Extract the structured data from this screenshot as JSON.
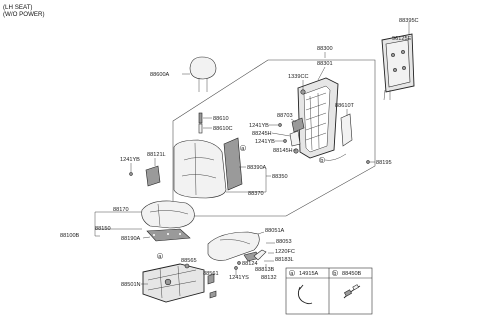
{
  "header": {
    "line1": "(LH SEAT)",
    "line2": "(W/O POWER)"
  },
  "labels": {
    "p88395C": "88395C",
    "p96125E": "96125E",
    "p88300": "88300",
    "p88301": "88301",
    "p1339CC": "1339CC",
    "p88600A": "88600A",
    "p88610T": "88610T",
    "p88610": "88610",
    "p88610C": "88610C",
    "p88703": "88703",
    "p1241YB_a": "1241YB",
    "p88245H": "88245H",
    "p1241YB_b": "1241YB",
    "p88145H": "88145H",
    "p1241YB_c": "1241YB",
    "p88121L": "88121L",
    "p88390A": "88390A",
    "p88350": "88350",
    "p88195": "88195",
    "p88370": "88370",
    "p88170": "88170",
    "p88150": "88150",
    "p88100B": "88100B",
    "p88190A": "88190A",
    "p88051A": "88051A",
    "p88053": "88053",
    "p1220FC": "1220FC",
    "p88183L": "88183L",
    "p88124": "88124",
    "p88813B": "88813B",
    "p88132": "88132",
    "p88565": "88565",
    "p88561": "88561",
    "p1241YS": "1241YS",
    "p88501N": "88501N"
  },
  "callouts": {
    "a": "a",
    "b": "b"
  },
  "legend": {
    "a_letter": "a",
    "a_part": "14915A",
    "b_letter": "b",
    "b_part": "88450B"
  }
}
